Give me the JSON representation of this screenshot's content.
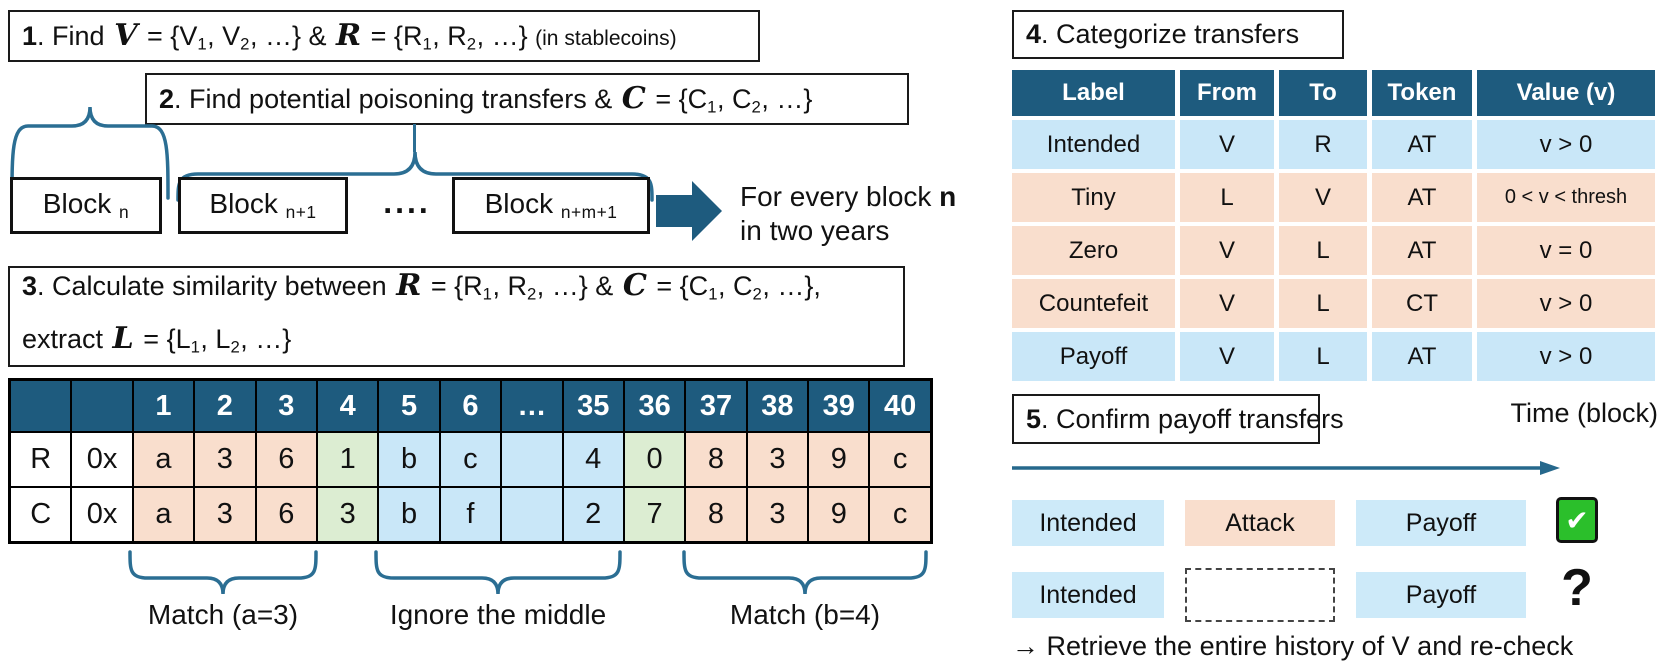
{
  "colors": {
    "header_teal": "#1E5B7E",
    "brace_teal": "#2B6E93",
    "peach": "#F9DECD",
    "light_blue": "#C9E7F8",
    "chip_blue": "#CDEAF9",
    "green": "#DCEDD2",
    "check_green": "#2BBF2B"
  },
  "step1": {
    "segments": [
      [
        "1",
        "b"
      ],
      [
        ". Find ",
        ""
      ],
      [
        "V",
        "script"
      ],
      [
        " = {V",
        ""
      ],
      [
        "1",
        "sub"
      ],
      [
        ", V",
        ""
      ],
      [
        "2",
        "sub"
      ],
      [
        ", …} & ",
        ""
      ],
      [
        "R",
        "script"
      ],
      [
        " = {R",
        ""
      ],
      [
        "1",
        "sub"
      ],
      [
        ", R",
        ""
      ],
      [
        "2",
        "sub"
      ],
      [
        ", …} ",
        ""
      ],
      [
        "(in stablecoins)",
        "small"
      ]
    ]
  },
  "step2": {
    "segments": [
      [
        "2",
        "b"
      ],
      [
        ". Find potential poisoning transfers & ",
        ""
      ],
      [
        "C",
        "script"
      ],
      [
        " = {C",
        ""
      ],
      [
        "1",
        "sub"
      ],
      [
        ", C",
        ""
      ],
      [
        "2",
        "sub"
      ],
      [
        ", …}",
        ""
      ]
    ]
  },
  "step3": {
    "line1": [
      [
        "3",
        "b"
      ],
      [
        ". Calculate similarity between ",
        ""
      ],
      [
        "R",
        "script"
      ],
      [
        " = {R",
        ""
      ],
      [
        "1",
        "sub"
      ],
      [
        ", R",
        ""
      ],
      [
        "2",
        "sub"
      ],
      [
        ", …} & ",
        ""
      ],
      [
        "C",
        "script"
      ],
      [
        " = {C",
        ""
      ],
      [
        "1",
        "sub"
      ],
      [
        ", C",
        ""
      ],
      [
        "2",
        "sub"
      ],
      [
        ", …},",
        ""
      ]
    ],
    "line2": [
      [
        "extract ",
        ""
      ],
      [
        "L",
        "script"
      ],
      [
        " = {L",
        ""
      ],
      [
        "1",
        "sub"
      ],
      [
        ", L",
        ""
      ],
      [
        "2",
        "sub"
      ],
      [
        ", …}",
        ""
      ]
    ]
  },
  "blocks": {
    "b1": [
      [
        "Block ",
        ""
      ],
      [
        "n",
        "sub"
      ]
    ],
    "b2": [
      [
        "Block ",
        ""
      ],
      [
        "n+1",
        "sub"
      ]
    ],
    "b3": [
      [
        "Block ",
        ""
      ],
      [
        "n+m+1",
        "sub"
      ]
    ],
    "dots": "....",
    "note_line1": [
      [
        "For every block ",
        ""
      ],
      [
        "n",
        "b"
      ]
    ],
    "note_line2": "in two years"
  },
  "similarity_table": {
    "header": [
      "",
      "",
      "1",
      "2",
      "3",
      "4",
      "5",
      "6",
      "…",
      "35",
      "36",
      "37",
      "38",
      "39",
      "40"
    ],
    "cell_colors": [
      "white",
      "white",
      "peach",
      "peach",
      "peach",
      "green",
      "blue",
      "blue",
      "blue",
      "blue",
      "green",
      "peach",
      "peach",
      "peach",
      "peach"
    ],
    "rows": [
      [
        "R",
        "0x",
        "a",
        "3",
        "6",
        "1",
        "b",
        "c",
        "",
        "4",
        "0",
        "8",
        "3",
        "9",
        "c"
      ],
      [
        "C",
        "0x",
        "a",
        "3",
        "6",
        "3",
        "b",
        "f",
        "",
        "2",
        "7",
        "8",
        "3",
        "9",
        "c"
      ]
    ]
  },
  "annotations": {
    "match_left": "Match (a=3)",
    "ignore_middle": "Ignore the middle",
    "match_right": "Match (b=4)"
  },
  "step4": {
    "segments": [
      [
        "4",
        "b"
      ],
      [
        ". Categorize transfers",
        ""
      ]
    ]
  },
  "categorize_table": {
    "headers": [
      "Label",
      "From",
      "To",
      "Token",
      "Value (v)"
    ],
    "rows": [
      {
        "cells": [
          "Intended",
          "V",
          "R",
          "AT",
          "v > 0"
        ],
        "color": "blue"
      },
      {
        "cells": [
          "Tiny",
          "L",
          "V",
          "AT",
          "0 < v < thresh"
        ],
        "color": "peach"
      },
      {
        "cells": [
          "Zero",
          "V",
          "L",
          "AT",
          "v = 0"
        ],
        "color": "peach"
      },
      {
        "cells": [
          "Countefeit",
          "V",
          "L",
          "CT",
          "v > 0"
        ],
        "color": "peach"
      },
      {
        "cells": [
          "Payoff",
          "V",
          "L",
          "AT",
          "v > 0"
        ],
        "color": "blue"
      }
    ]
  },
  "step5": {
    "segments": [
      [
        "5",
        "b"
      ],
      [
        ". Confirm payoff transfers",
        ""
      ]
    ]
  },
  "timeline": {
    "time_label": "Time (block)",
    "rows": [
      {
        "chips": [
          "Intended",
          "Attack",
          "Payoff"
        ],
        "status": "check"
      },
      {
        "chips": [
          "Intended",
          "",
          "Payoff"
        ],
        "status": "question"
      }
    ],
    "check_glyph": "✔",
    "question_glyph": "?",
    "footnote": "→ Retrieve the entire history of V and re-check"
  }
}
